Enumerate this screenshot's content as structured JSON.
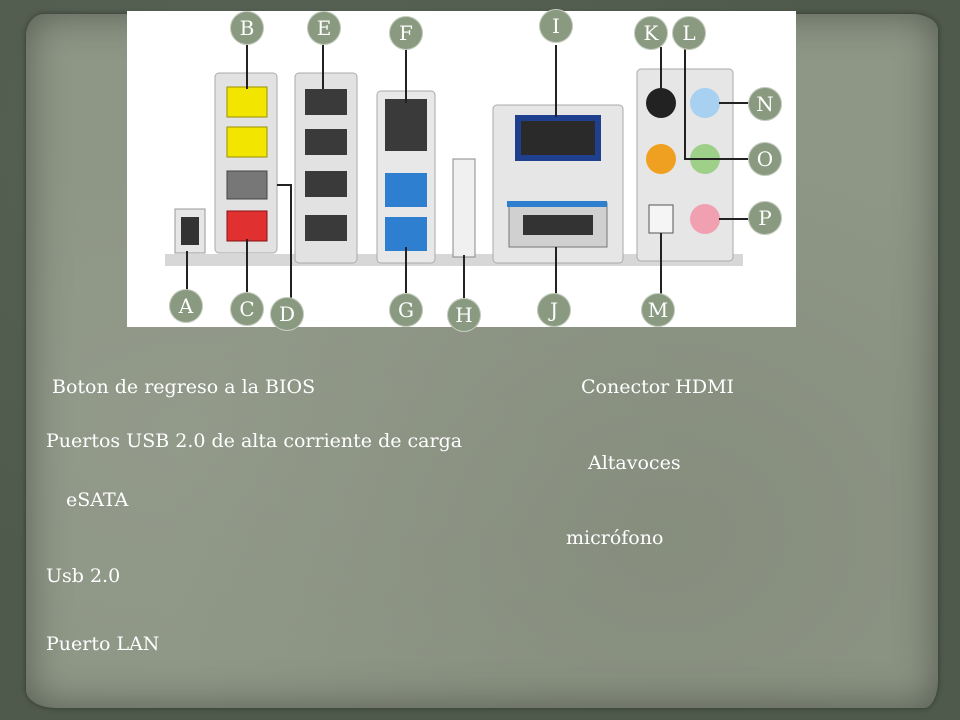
{
  "labels": {
    "a": "A",
    "b": "B",
    "c": "C",
    "d": "D",
    "e": "E",
    "f": "F",
    "g": "G",
    "h": "H",
    "i": "I",
    "j": "J",
    "k": "K",
    "l": "L",
    "m": "M",
    "n": "N",
    "o": "O",
    "p": "P"
  },
  "captions": {
    "bios_button": "Boton de regreso a la BIOS",
    "usb_charge": "Puertos USB 2.0 de alta corriente de carga",
    "esata": "eSATA",
    "usb2": "Usb 2.0",
    "lan": "Puerto LAN",
    "hdmi": "Conector HDMI",
    "speakers": "Altavoces",
    "microphone": "micrófono"
  },
  "colors": {
    "usb_charge": "#f2e600",
    "usb3": "#2f7fd0",
    "esata": "#e03030",
    "audio_blue": "#a8d0f0",
    "audio_green": "#9ed08a",
    "audio_pink": "#f0a0b0",
    "audio_orange": "#f0a020",
    "bubble": "#8a9a80"
  }
}
